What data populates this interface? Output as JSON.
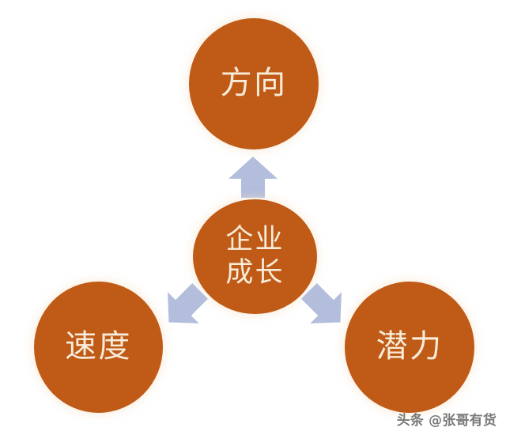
{
  "diagram": {
    "type": "hub-and-spoke",
    "background_color": "#ffffff",
    "node_color": "#c05a17",
    "node_text_color": "#f7ecd9",
    "arrow_color": "#b3bddc",
    "hub": {
      "id": "center",
      "label": "企业\n成长",
      "label_plain": "企业成长"
    },
    "spokes": [
      {
        "id": "top",
        "label": "方向",
        "direction_from_hub": "up"
      },
      {
        "id": "left",
        "label": "速度",
        "direction_from_hub": "down-left"
      },
      {
        "id": "right",
        "label": "潜力",
        "direction_from_hub": "down-right"
      }
    ],
    "connectors": [
      {
        "id": "arrow-up",
        "from": "center",
        "to": "top",
        "icon": "arrow-up-icon"
      },
      {
        "id": "arrow-down-left",
        "from": "center",
        "to": "left",
        "icon": "arrow-down-left-icon"
      },
      {
        "id": "arrow-down-right",
        "from": "center",
        "to": "right",
        "icon": "arrow-down-right-icon"
      }
    ]
  },
  "watermark": {
    "text": "头条 @张哥有货"
  }
}
